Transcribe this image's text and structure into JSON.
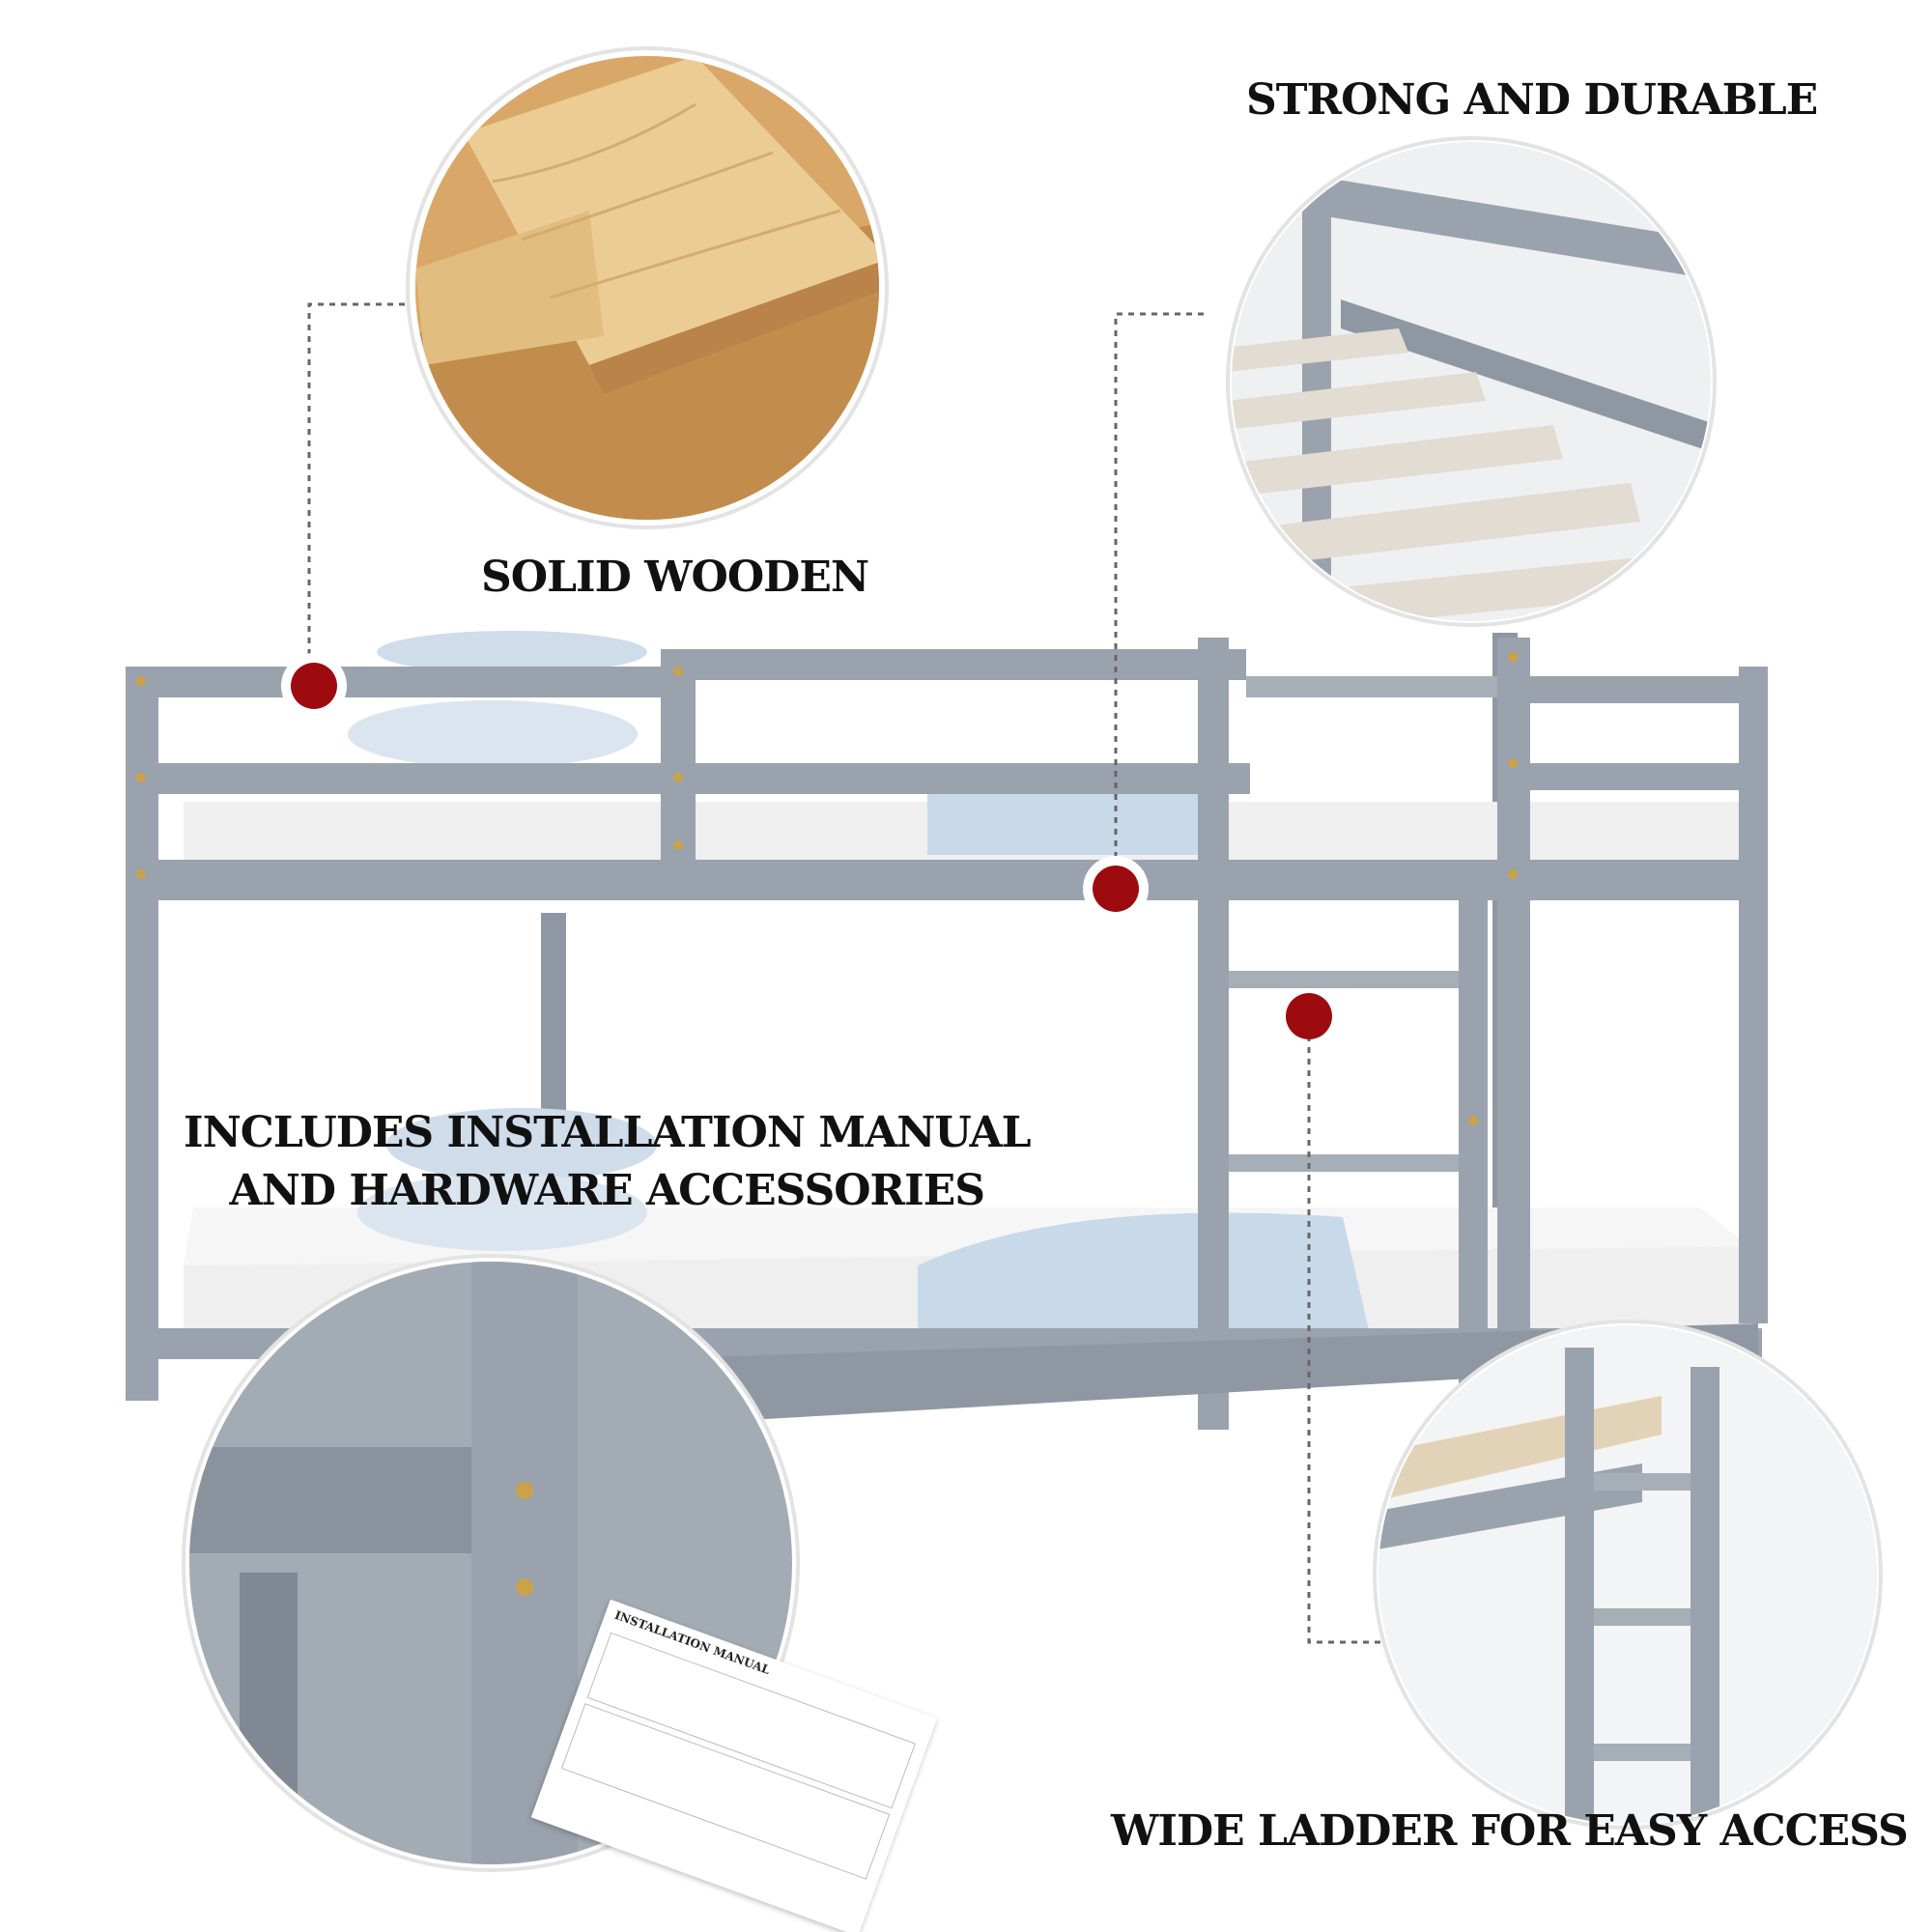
{
  "labels": {
    "strong_durable": "STRONG AND DURABLE",
    "solid_wooden": "SOLID WOODEN",
    "includes_line1": "INCLUDES INSTALLATION MANUAL",
    "includes_line2": "AND HARDWARE ACCESSORIES",
    "wide_ladder": "WIDE LADDER FOR EASY ACCESS"
  },
  "manual": {
    "title": "INSTALLATION MANUAL"
  },
  "colors": {
    "frame_gray": "#9aa3ad",
    "frame_shadow": "#7f8893",
    "wood_light": "#e7c58d",
    "wood_dark": "#c99b5b",
    "marker_red": "#9e0b0f",
    "mattress": "#f1f1f1",
    "bedding_blue": "#bcd0e2"
  }
}
